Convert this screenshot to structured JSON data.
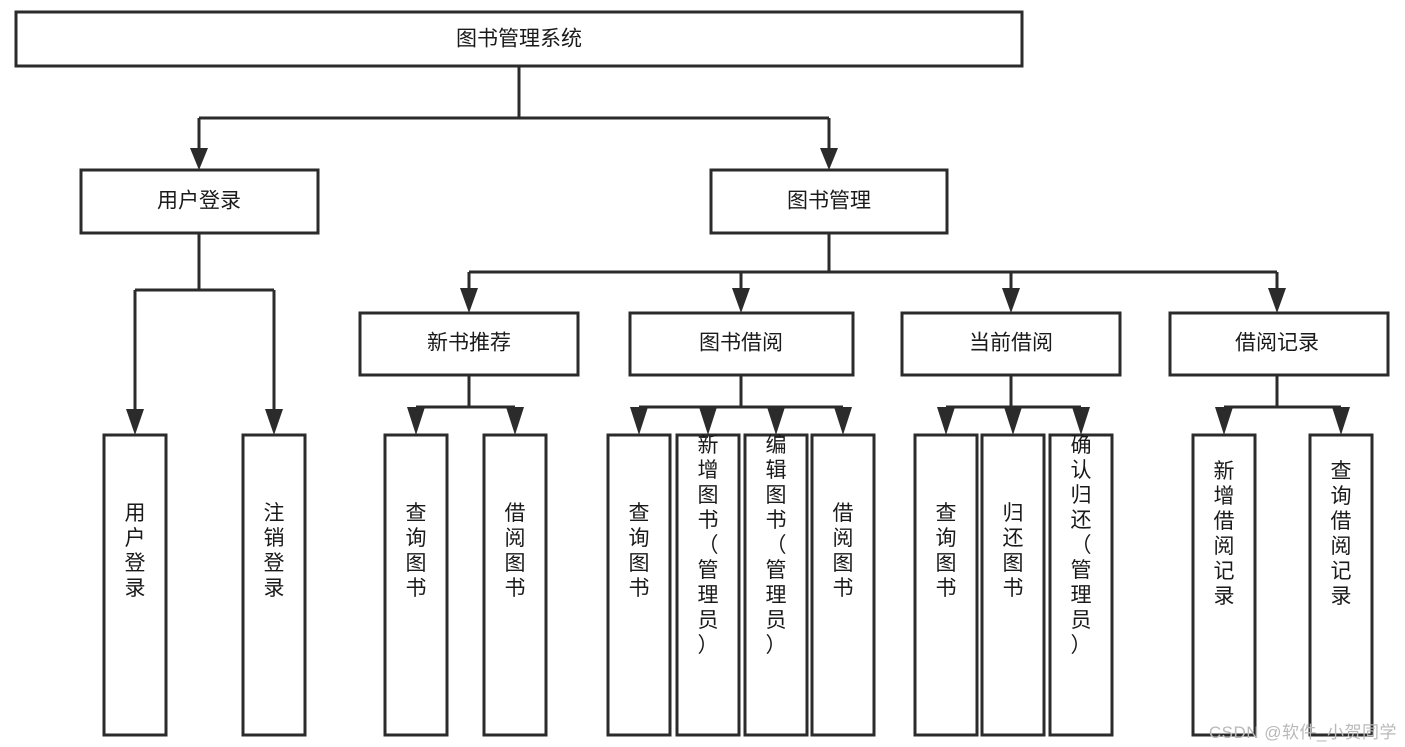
{
  "diagram": {
    "type": "tree",
    "title": "图书管理系统",
    "orientation": "top-down",
    "colors": {
      "box_stroke": "#2b2b2b",
      "box_fill": "#ffffff",
      "connector": "#2b2b2b",
      "text": "#1a1a1a",
      "watermark": "#b9b9b9",
      "background": "#ffffff"
    },
    "root": {
      "label": "图书管理系统"
    },
    "level2": [
      {
        "label": "用户登录"
      },
      {
        "label": "图书管理"
      }
    ],
    "level3": [
      {
        "label": "新书推荐"
      },
      {
        "label": "图书借阅"
      },
      {
        "label": "当前借阅"
      },
      {
        "label": "借阅记录"
      }
    ],
    "leaves": {
      "user_login": [
        {
          "label": "用户登录"
        },
        {
          "label": "注销登录"
        }
      ],
      "new_book_recommend": [
        {
          "label": "查询图书"
        },
        {
          "label": "借阅图书"
        }
      ],
      "book_borrow": [
        {
          "label": "查询图书"
        },
        {
          "label": "新增图书（管理员）"
        },
        {
          "label": "编辑图书（管理员）"
        },
        {
          "label": "借阅图书"
        }
      ],
      "current_borrow": [
        {
          "label": "查询图书"
        },
        {
          "label": "归还图书"
        },
        {
          "label": "确认归还（管理员）"
        }
      ],
      "borrow_record": [
        {
          "label": "新增借阅记录"
        },
        {
          "label": "查询借阅记录"
        }
      ]
    }
  },
  "watermark": {
    "text": "CSDN @软件_小贺同学"
  }
}
